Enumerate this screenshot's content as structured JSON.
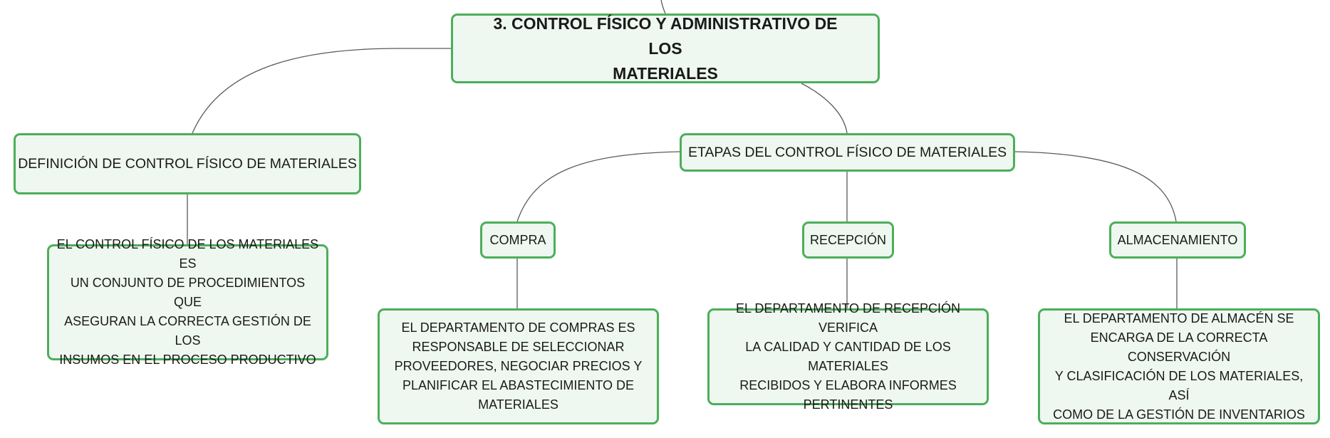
{
  "root": {
    "line1": "3. CONTROL FÍSICO Y ADMINISTRATIVO DE LOS",
    "line2": "MATERIALES"
  },
  "definicion": {
    "title": "DEFINICIÓN DE CONTROL FÍSICO DE MATERIALES",
    "description": [
      "EL CONTROL FÍSICO DE LOS MATERIALES ES",
      "UN CONJUNTO DE PROCEDIMIENTOS QUE",
      "ASEGURAN LA CORRECTA GESTIÓN DE LOS",
      "INSUMOS EN EL PROCESO PRODUCTIVO"
    ]
  },
  "etapas": {
    "title": "ETAPAS DEL CONTROL FÍSICO DE MATERIALES",
    "stages": [
      {
        "label": "COMPRA",
        "description": [
          "EL DEPARTAMENTO DE COMPRAS ES",
          "RESPONSABLE DE SELECCIONAR",
          "PROVEEDORES, NEGOCIAR PRECIOS Y",
          "PLANIFICAR EL ABASTECIMIENTO DE",
          "MATERIALES"
        ]
      },
      {
        "label": "RECEPCIÓN",
        "description": [
          "EL DEPARTAMENTO DE RECEPCIÓN VERIFICA",
          "LA CALIDAD Y CANTIDAD DE LOS MATERIALES",
          "RECIBIDOS Y ELABORA INFORMES",
          "PERTINENTES"
        ]
      },
      {
        "label": "ALMACENAMIENTO",
        "description": [
          "EL DEPARTAMENTO DE ALMACÉN SE",
          "ENCARGA DE LA CORRECTA CONSERVACIÓN",
          "Y CLASIFICACIÓN DE LOS MATERIALES, ASÍ",
          "COMO DE LA GESTIÓN DE INVENTARIOS"
        ]
      }
    ]
  },
  "colors": {
    "node_border": "#4cae5a",
    "node_fill": "#eef7f0",
    "connector": "#5a5a5a"
  }
}
